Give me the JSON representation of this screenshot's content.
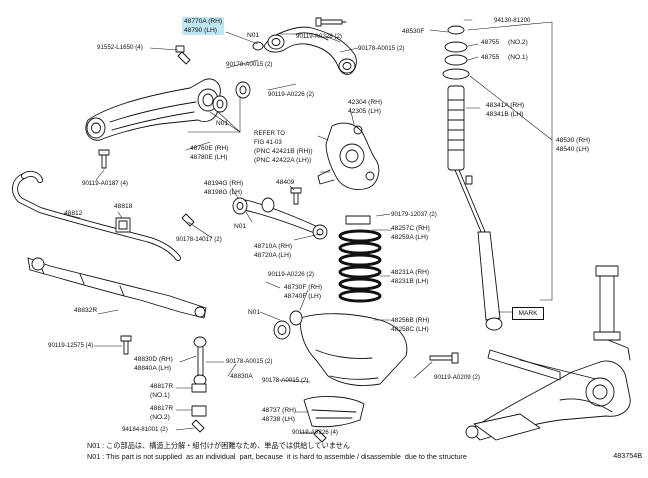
{
  "labels": {
    "l48770": "48770A (RH)",
    "l48790": "48790 (LH)",
    "bolt_top": "90119-A0228 (2)",
    "n01_top": "N01",
    "bolt_left": "91552-L1650 (4)",
    "nut_a": "90178-A0015 (2)",
    "nut_b": "90178-A0015 (2)",
    "bolt_mid": "90119-A0226 (2)",
    "n01_mid": "N01",
    "p48760": "48760E (RH)",
    "p48780": "48780E (LH)",
    "bolt_lower_left": "90119-A0187 (4)",
    "p48530": "48530F",
    "p48755a": "48755",
    "p48755a_q": "(NO.2)",
    "p48755b": "48755",
    "p48755b_q": "(NO.1)",
    "nut_top_right": "94130-81200",
    "p48341a": "48341A (RH)",
    "p48341b": "48341B (LH)",
    "p48530rh": "48530 (RH)",
    "p48540lh": "48540 (LH)",
    "p42304": "42304 (RH)",
    "p42305": "42305 (LH)",
    "refer1": "REFER TO",
    "refer2": "FIG 41-03",
    "pnc1": "(PNC 42421B (RH))",
    "pnc2": "(PNC 42422A (LH))",
    "p48818": "48818",
    "p48812": "48812",
    "p48194": "48194G (RH)",
    "p48198": "48198G (LH)",
    "p48409": "48409",
    "n01_c": "N01",
    "bolt_14017": "90178-14017 (2)",
    "p48710": "48710A (RH)",
    "p48720": "48720A (LH)",
    "bolt_12037": "90179-12037 (2)",
    "p48257": "48257C (RH)",
    "p48259": "48259A (LH)",
    "p48231": "48231A (RH)",
    "p48231b": "48231B (LH)",
    "p48832": "48832R",
    "p48730": "48730F (RH)",
    "p48740": "48740F (LH)",
    "bolt_90119": "90119-A0226 (2)",
    "n01_d": "N01",
    "p48256": "48256B (RH)",
    "p48258": "48258C (LH)",
    "bolt_12575": "90119-12575 (4)",
    "p48830": "48830D (RH)",
    "p48840": "48840A (LH)",
    "p48830a": "48830A",
    "nut_0015": "90178-A0015 (2)",
    "nut_0016": "90178-A0015 (2)",
    "bolt_0209": "90119-A0209 (2)",
    "p48817a": "48817R",
    "p48817a_q": "(NO.1)",
    "p48817b": "48817R",
    "p48817b_q": "(NO.2)",
    "p48737": "48737 (RH)",
    "p48738": "48738 (LH)",
    "bolt_bottom_left": "94184-81001 (2)",
    "bolt_bottom_mid": "90119-A0226 (4)"
  },
  "mark_label": "MARK",
  "notes": {
    "line_jp": "N01 : この部品は、構造上分解・組付けが困難なため、単品では供給していません",
    "line_en": "N01 : This part is not supplied  as an individual  part, because  it is hard to assemble / disassemble  due to the structure"
  },
  "diagram_id": "483754B",
  "highlight_color": "#bfe6f3"
}
